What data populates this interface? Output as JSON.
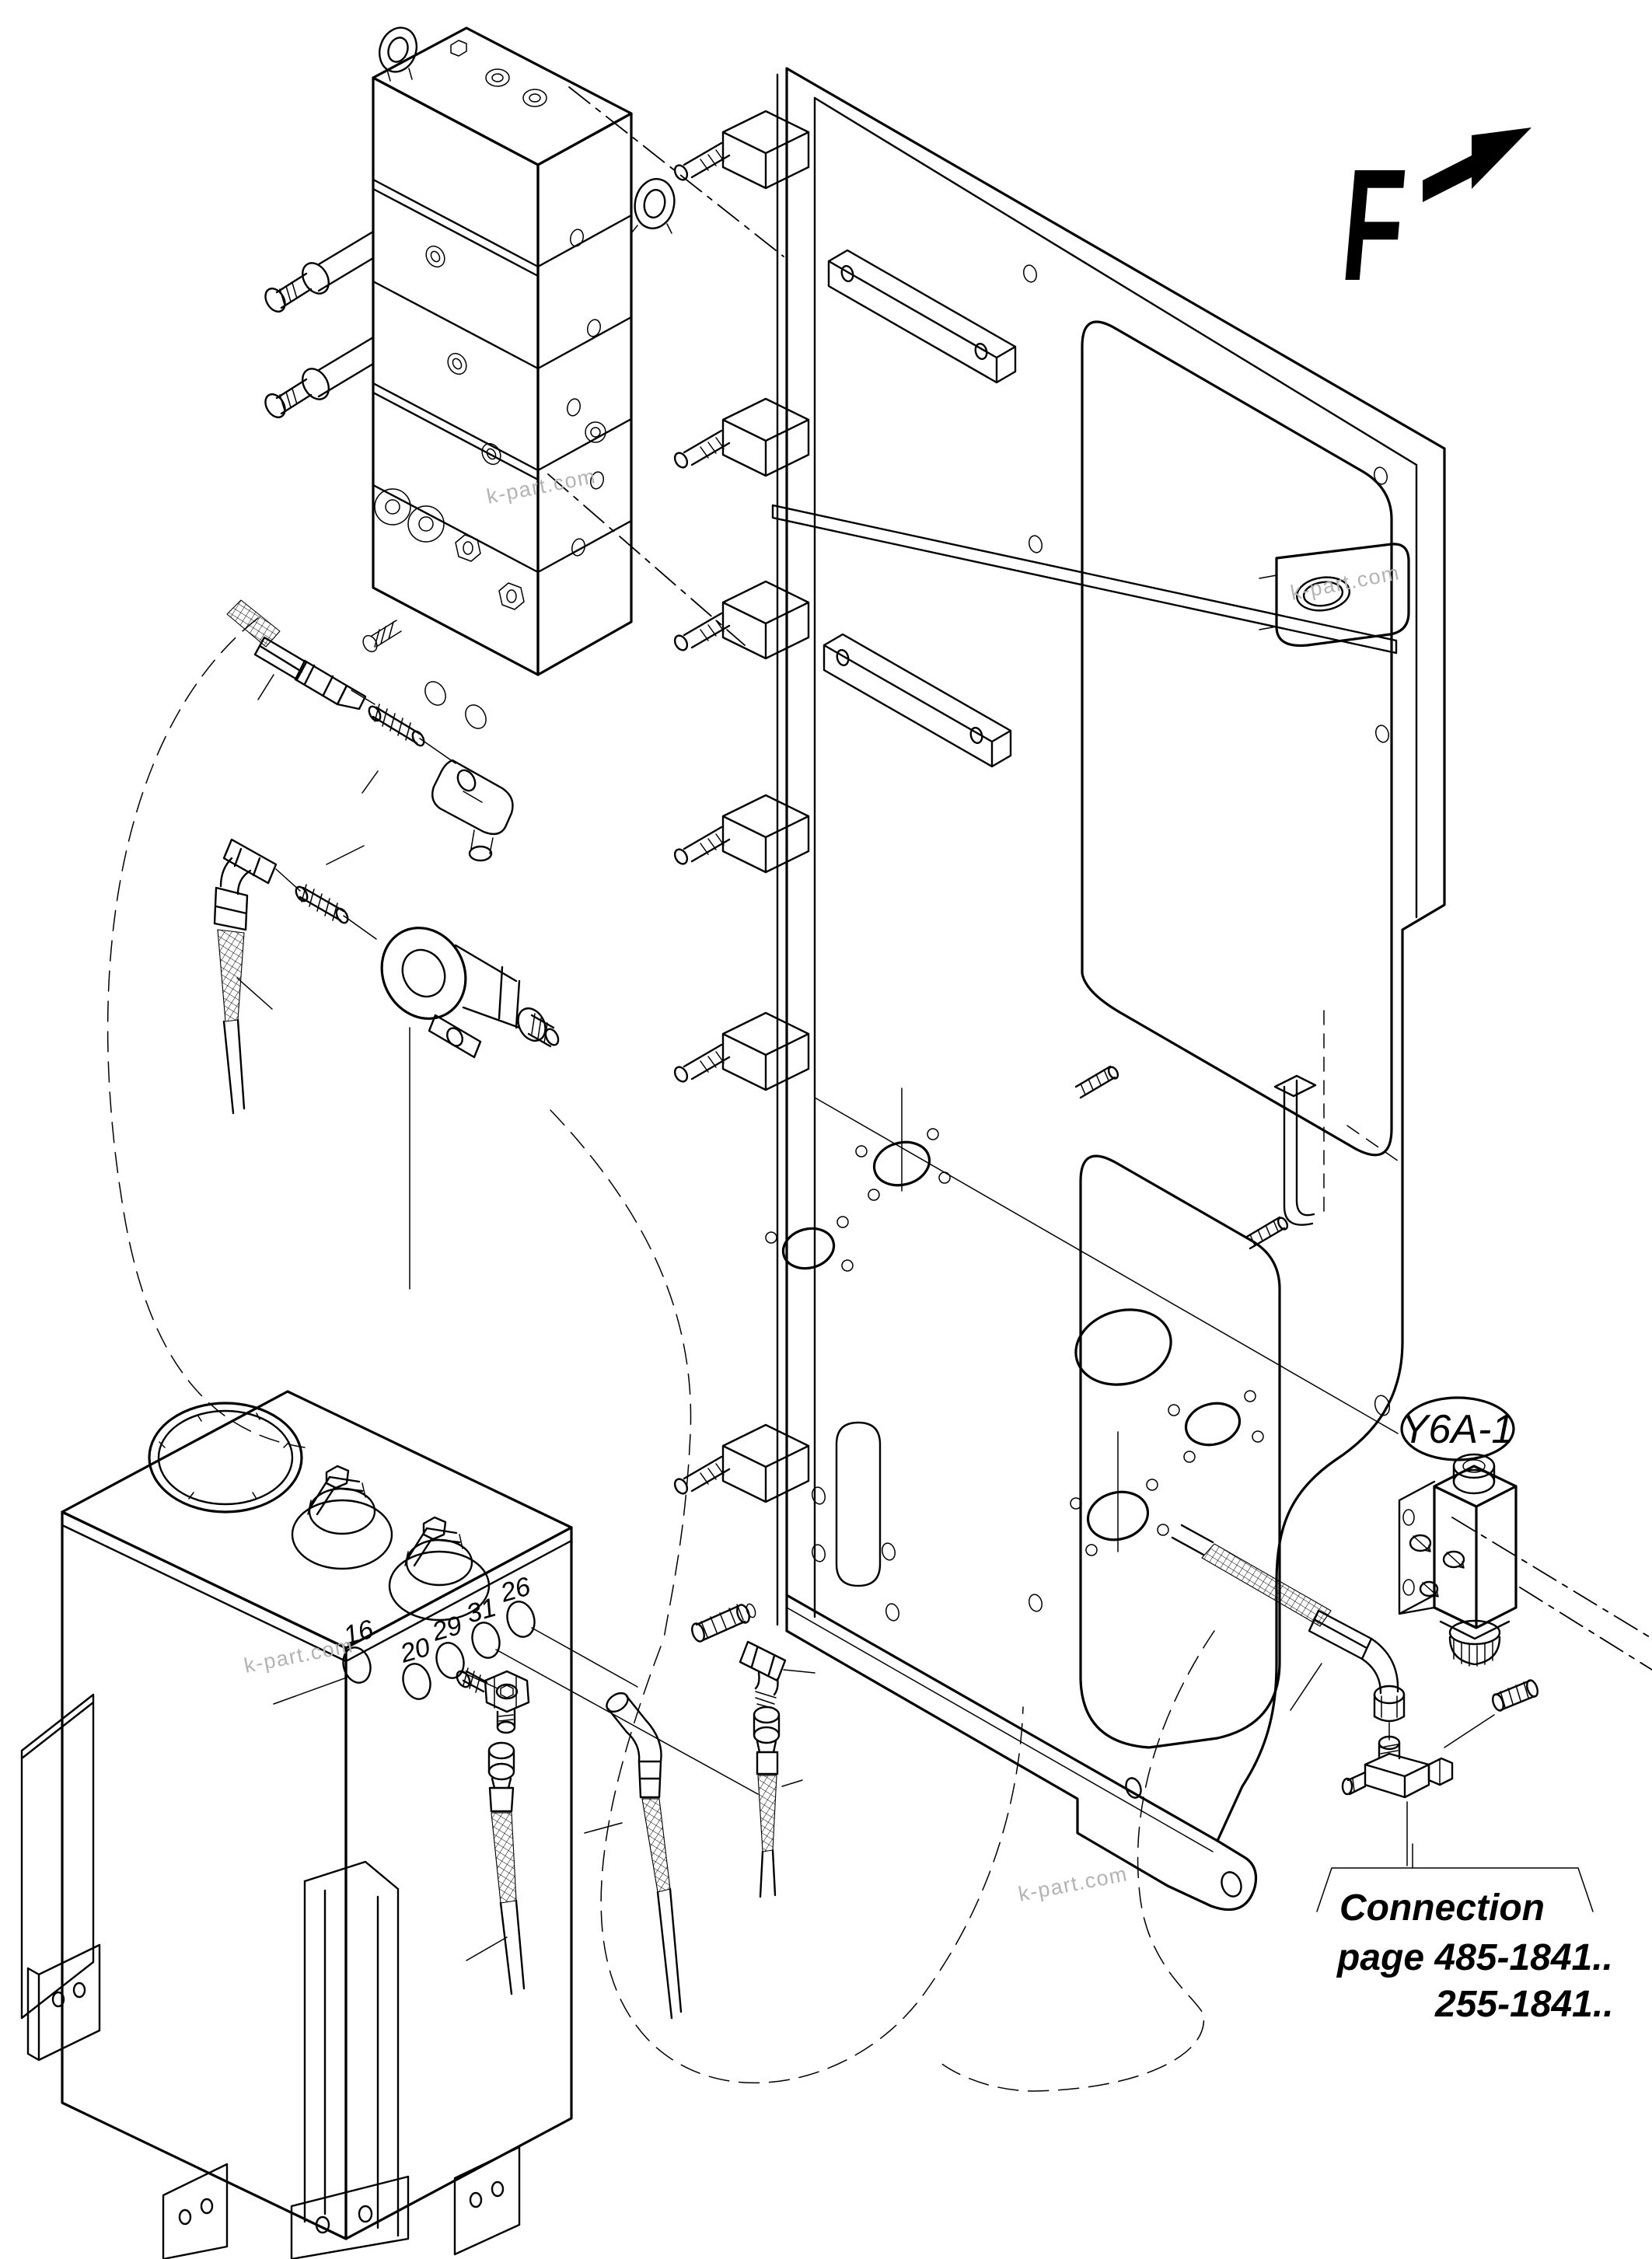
{
  "colors": {
    "line": "#000000",
    "background": "#ffffff",
    "watermark": "#b3b3b3"
  },
  "labels": {
    "direction": "F",
    "valve_id": "Y6A-1",
    "connection_line1": "Connection",
    "connection_line2": "page 485-1841..",
    "connection_line3": "255-1841.."
  },
  "balloons": [
    {
      "num": "16"
    },
    {
      "num": "20"
    },
    {
      "num": "29"
    },
    {
      "num": "31"
    },
    {
      "num": "26"
    }
  ],
  "watermarks": [
    "k-part.com",
    "k-part.com",
    "k-part.com",
    "k-part.com"
  ]
}
